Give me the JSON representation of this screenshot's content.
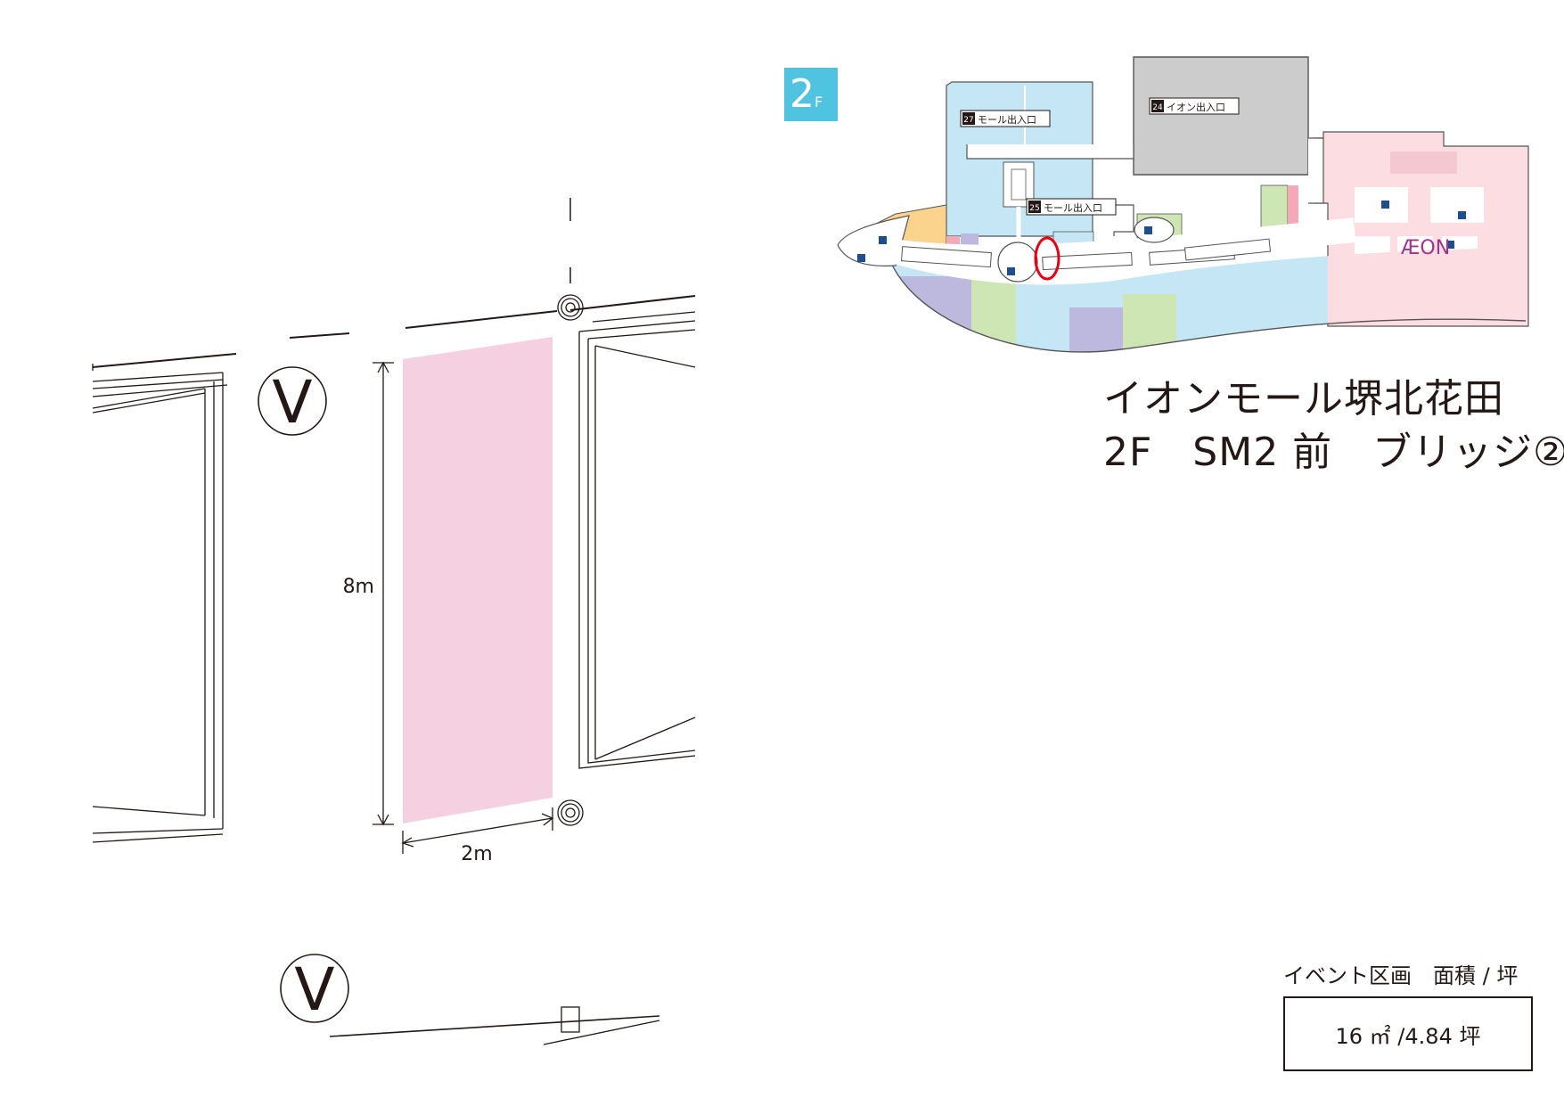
{
  "floor_badge": {
    "main": "2",
    "sub": "F",
    "color": "#4fc3e0"
  },
  "title": {
    "line1": "イオンモール堺北花田",
    "line2": "2F　SM2 前　ブリッジ②"
  },
  "dimensions": {
    "height_label": "8m",
    "width_label": "2m"
  },
  "compass": {
    "top_symbol": "V",
    "bottom_symbol": "V"
  },
  "event_area": {
    "caption": "イベント区画　面積 / 坪",
    "value": "16 ㎡ /4.84 坪",
    "highlight_color": "#f5d0e1"
  },
  "map": {
    "exits": [
      {
        "num": "27",
        "label": "モール出入口"
      },
      {
        "num": "24",
        "label": "イオン出入口"
      },
      {
        "num": "25",
        "label": "モール出入口"
      }
    ],
    "anchor_logo": "ÆON",
    "logo_color": "#a0348c",
    "marker_color": "#e60012",
    "zone_colors": {
      "blue": "#c5e6f5",
      "pink": "#fcdde2",
      "green": "#cde6b4",
      "purple": "#bdb8de",
      "orange": "#fbd38c",
      "gray": "#cccccc"
    }
  }
}
